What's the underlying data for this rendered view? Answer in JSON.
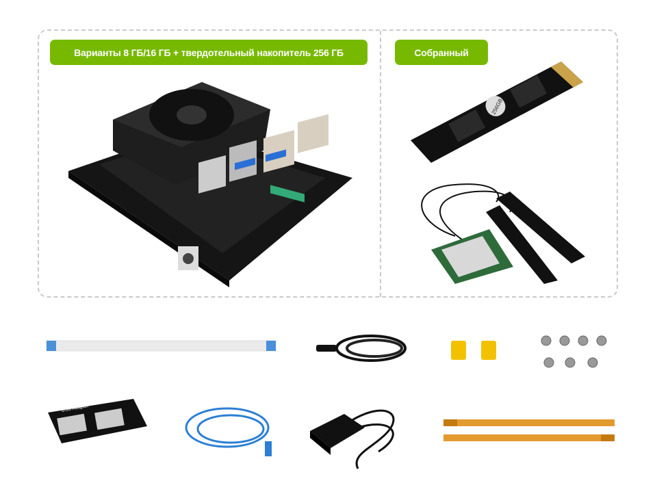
{
  "badges": {
    "variants": "Варианты 8 ГБ/16 ГБ + твердотельный накопитель 256 ГБ",
    "assembled": "Собранный"
  },
  "colors": {
    "accent": "#77b900",
    "border": "#c9c9c9"
  },
  "products": {
    "ssd_label": "256GB",
    "usb_adapter_label": "USB Adapter"
  }
}
